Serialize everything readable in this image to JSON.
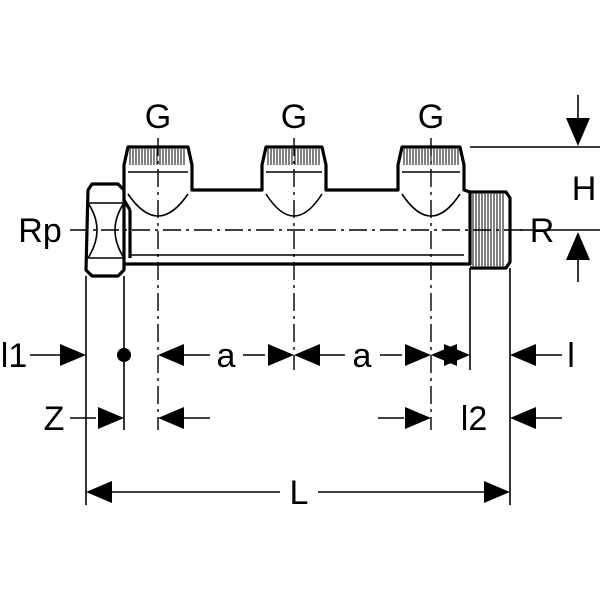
{
  "labels": {
    "outlet_1": "G",
    "outlet_2": "G",
    "outlet_3": "G",
    "inlet_left": "Rp",
    "outlet_right": "R",
    "height": "H",
    "l1": "l1",
    "spacing_1": "a",
    "spacing_2": "a",
    "l": "l",
    "z": "Z",
    "l2": "l2",
    "length": "L"
  }
}
